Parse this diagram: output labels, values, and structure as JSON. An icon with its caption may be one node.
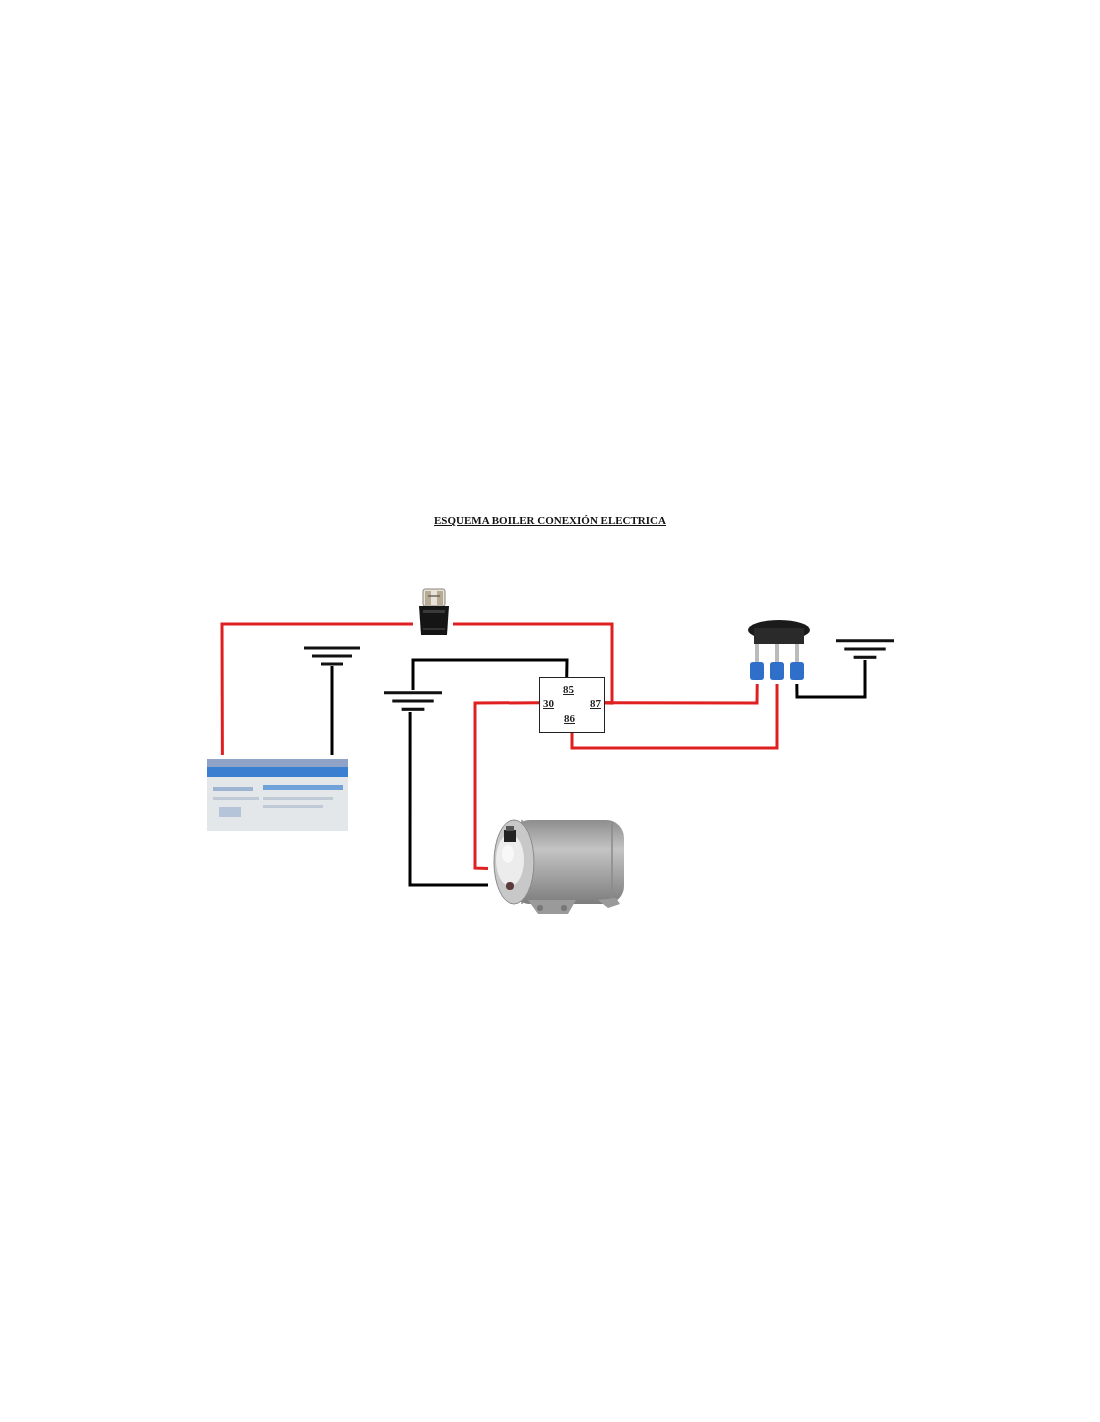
{
  "diagram": {
    "title": "ESQUEMA BOILER CONEXIÓN ELECTRICA",
    "nodes": [
      {
        "text": [],
        "shape": "picture"
      },
      {
        "text": [],
        "shape": "picture"
      },
      {
        "text": [],
        "shape": "ground"
      },
      {
        "text": [],
        "shape": "ground"
      },
      {
        "text": [
          "85",
          "30",
          "87",
          "86"
        ]
      },
      {
        "text": [],
        "shape": "picture"
      },
      {
        "text": [],
        "shape": "ground"
      },
      {
        "text": [],
        "shape": "picture"
      }
    ],
    "edges": [
      {
        "from": 0,
        "to": 1,
        "arrow": "none"
      },
      {
        "from": 1,
        "to": 4,
        "arrow": "none"
      },
      {
        "from": 2,
        "to": 0,
        "arrow": "none",
        "color": "#000000"
      },
      {
        "from": 3,
        "to": 4,
        "arrow": "none",
        "color": "#000000"
      },
      {
        "from": 3,
        "to": 7,
        "arrow": "none",
        "color": "#000000"
      },
      {
        "from": 4,
        "to": 7,
        "arrow": "none"
      },
      {
        "from": 4,
        "to": 5,
        "arrow": "none"
      },
      {
        "from": 4,
        "to": 5,
        "arrow": "none"
      },
      {
        "from": 5,
        "to": 6,
        "arrow": "none",
        "color": "#000000"
      }
    ]
  }
}
